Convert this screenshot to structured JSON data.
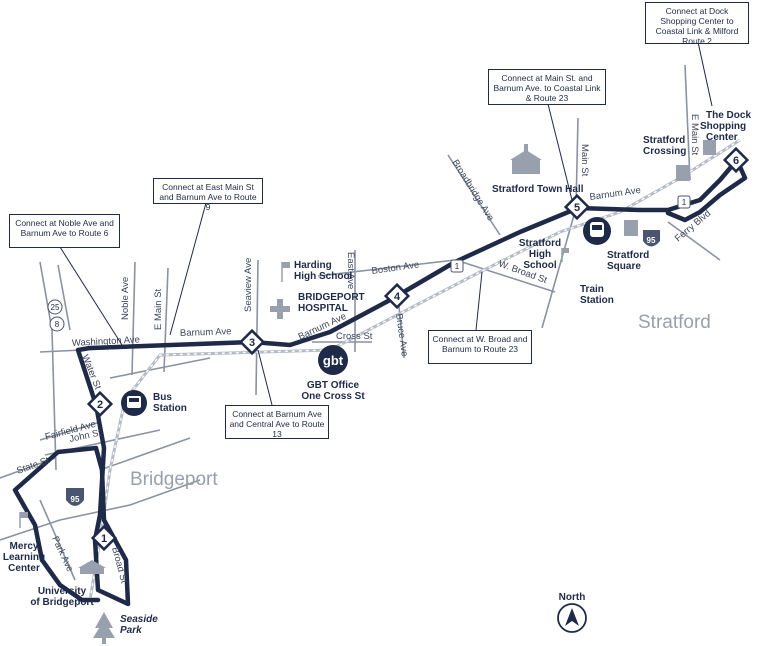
{
  "callouts": {
    "dock_shopping": "Connect at Dock Shopping Center to Coastal Link & Milford Route 2",
    "main_barnum": "Connect at Main St. and Barnum Ave. to Coastal Link & Route 23",
    "east_main": "Connect at East Main St and Barnum Ave to Route 9",
    "noble_ave": "Connect at Noble Ave and Barnum Ave to Route 6",
    "central_ave": "Connect at Barnum Ave and Central Ave to Route 13",
    "w_broad": "Connect at W. Broad and Barnum to Route 23"
  },
  "stops": [
    "1",
    "2",
    "3",
    "4",
    "5",
    "6"
  ],
  "cities": {
    "bridgeport": "Bridgeport",
    "stratford": "Stratford"
  },
  "places": {
    "dock_line1": "The Dock",
    "dock_line2": "Shopping",
    "dock_line3": "Center",
    "stratford_crossing1": "Stratford",
    "stratford_crossing2": "Crossing",
    "stratford_town_hall": "Stratford Town Hall",
    "stratford_high1": "Stratford",
    "stratford_high2": "High",
    "stratford_high3": "School",
    "stratford_square1": "Stratford",
    "stratford_square2": "Square",
    "train_station1": "Train",
    "train_station2": "Station",
    "harding1": "Harding",
    "harding2": "High School",
    "hospital1": "BRIDGEPORT",
    "hospital2": "HOSPITAL",
    "gbt_logo": "gbt",
    "gbt_office1": "GBT Office",
    "gbt_office2": "One Cross St",
    "bus_station1": "Bus",
    "bus_station2": "Station",
    "mercy1": "Mercy",
    "mercy2": "Learning",
    "mercy3": "Center",
    "university1": "University",
    "university2": "of Bridgeport",
    "seaside1": "Seaside",
    "seaside2": "Park"
  },
  "streets": {
    "barnum_ave": "Barnum Ave",
    "barnum_ave_2": "Barnum Ave",
    "barnum_ave_3": "Barnum Ave",
    "washington_ave": "Washington Ave",
    "noble_ave": "Noble Ave",
    "e_main_st": "E Main St",
    "seaview_ave": "Seaview Ave",
    "east_ave": "East Ave",
    "boston_ave": "Boston Ave",
    "bruce_ave": "Bruce Ave",
    "cross_st": "Cross St",
    "w_broad_st": "W. Broad St",
    "broadbridge_ave": "Broadbridge Ave",
    "main_st": "Main St",
    "e_main_st_stratford": "E Main St",
    "ferry_blvd": "Ferry Blvd",
    "water_st": "Water St",
    "fairfield_ave": "Fairfield Ave",
    "john_st": "John St",
    "state_st": "State St",
    "park_ave": "Park Ave",
    "broad_st": "Broad St"
  },
  "shields": {
    "i95_a": "95",
    "i95_b": "95",
    "rt1_a": "1",
    "rt1_b": "1",
    "rt25": "25",
    "rt8": "8"
  },
  "north_label": "North",
  "colors": {
    "route": "#1e2a48",
    "road": "#8a93a3",
    "rail": "#b5bcc7",
    "city": "#98a0ad"
  },
  "icons": [
    "bus-icon",
    "train-icon",
    "hospital-icon",
    "school-flag-icon",
    "town-hall-icon",
    "shopping-bag-icon",
    "university-icon",
    "tree-icon",
    "north-arrow-icon"
  ]
}
